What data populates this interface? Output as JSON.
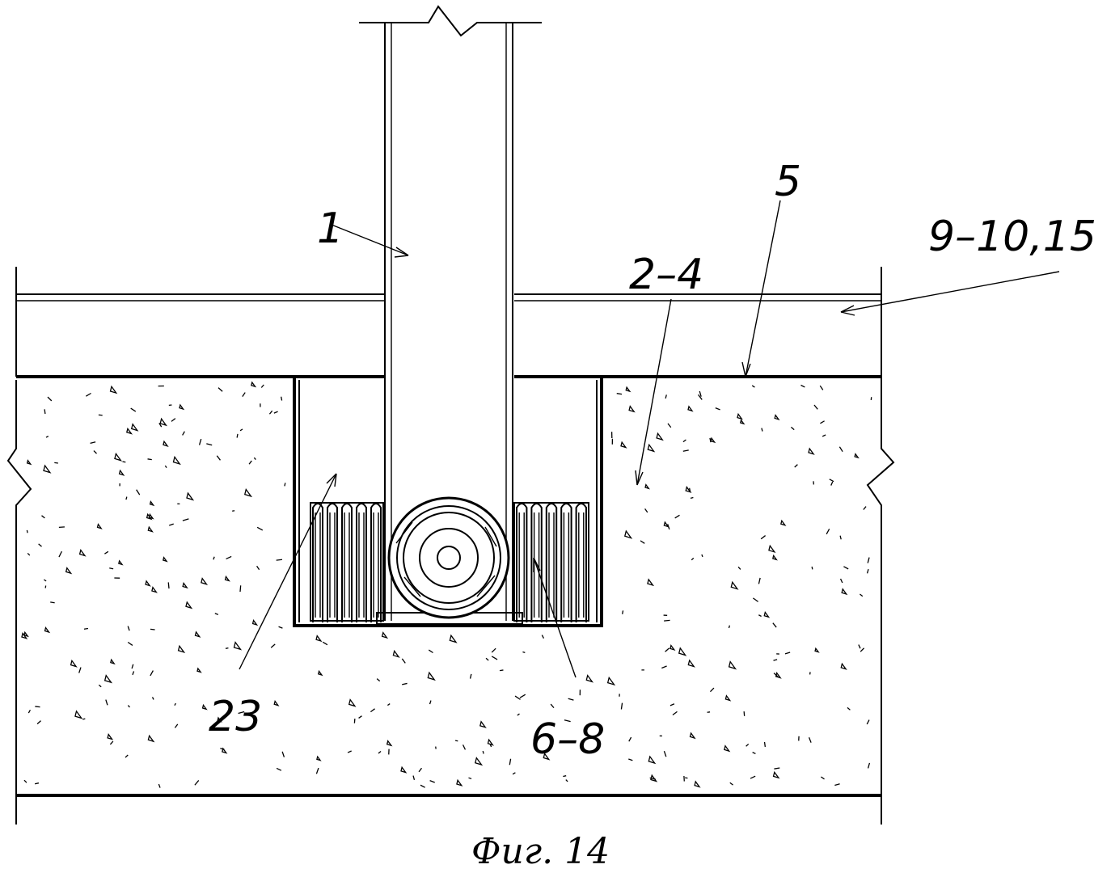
{
  "figure": {
    "caption": "Фиг. 14",
    "callouts": {
      "post": "1",
      "insert": "2–4",
      "surface": "5",
      "slab": "9–10,15",
      "dampers": "6–8",
      "socket": "23"
    }
  }
}
